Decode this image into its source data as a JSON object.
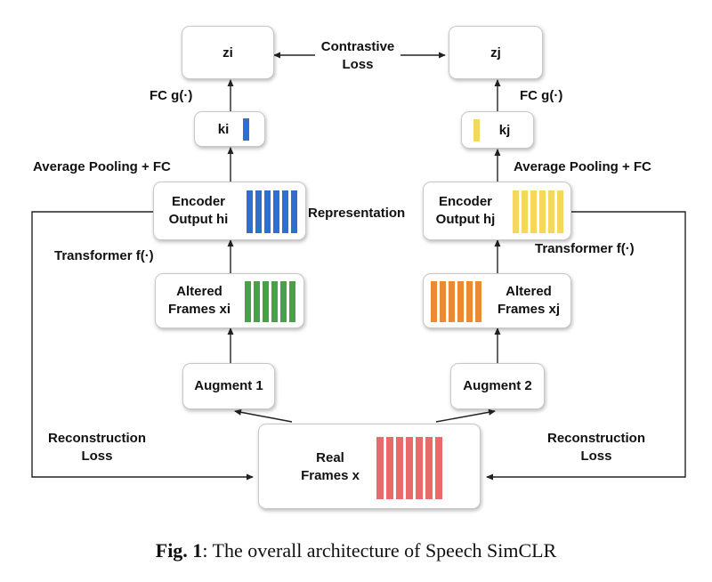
{
  "boxes": {
    "zi": "zi",
    "zj": "zj",
    "ki": "ki",
    "kj": "kj",
    "encoder_i": [
      "Encoder",
      "Output hi"
    ],
    "encoder_j": [
      "Encoder",
      "Output hj"
    ],
    "altered_i": [
      "Altered",
      "Frames xi"
    ],
    "altered_j": [
      "Altered",
      "Frames xj"
    ],
    "augment_1": "Augment 1",
    "augment_2": "Augment 2",
    "real": [
      "Real",
      "Frames x"
    ]
  },
  "labels": {
    "contrastive_loss": [
      "Contrastive",
      "Loss"
    ],
    "fc_left": "FC g(·)",
    "fc_right": "FC g(·)",
    "avg_pool_left": "Average Pooling + FC",
    "avg_pool_right": "Average Pooling + FC",
    "representation": "Representation",
    "transformer_left": "Transformer f(·)",
    "transformer_right": "Transformer f(·)",
    "recon_left": [
      "Reconstruction",
      "Loss"
    ],
    "recon_right": [
      "Reconstruction",
      "Loss"
    ]
  },
  "caption": {
    "prefix": "Fig. 1",
    "text": ": The overall architecture of Speech SimCLR"
  },
  "colors": {
    "blue": "#2f6fd0",
    "yellow": "#f5d75a",
    "green": "#4aa046",
    "orange": "#ec8a34",
    "red": "#e86a6a",
    "line": "#222222"
  }
}
